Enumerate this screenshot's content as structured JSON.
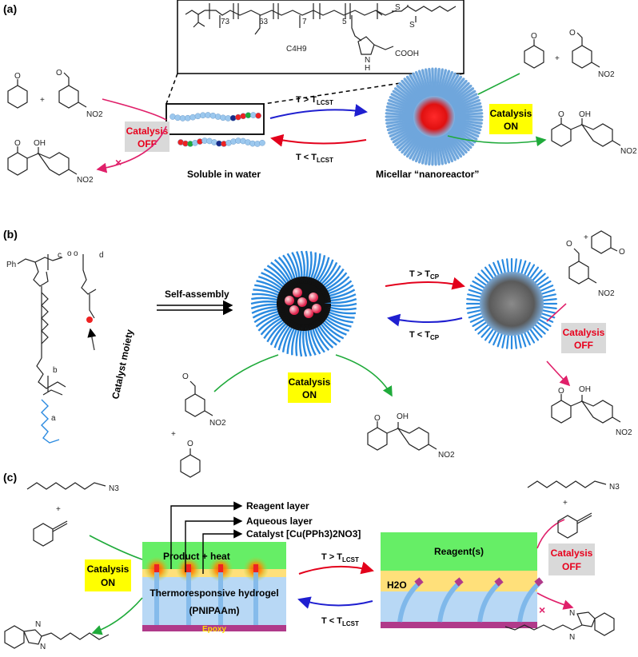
{
  "panels": {
    "a": {
      "label": "(a)",
      "left_state": "Soluble in water",
      "right_state": "Micellar “nanoreactor”",
      "arrow_forward": {
        "main": "T > T",
        "sub": "LCST"
      },
      "arrow_back": {
        "main": "T < T",
        "sub": "LCST"
      },
      "off_badge": {
        "line1": "Catalysis",
        "line2": "OFF"
      },
      "on_badge": {
        "line1": "Catalysis",
        "line2": "ON"
      },
      "polymer_subscripts": [
        "73",
        "63",
        "7",
        "5"
      ],
      "polymer_groups": [
        "C4H9",
        "COOH",
        "N",
        "H",
        "S",
        "S"
      ]
    },
    "b": {
      "label": "(b)",
      "self_assembly": "Self-assembly",
      "catalyst_moiety": "Catalyst moiety",
      "arrow_forward": {
        "main": "T > T",
        "sub": "CP"
      },
      "arrow_back": {
        "main": "T < T",
        "sub": "CP"
      },
      "on_badge": {
        "line1": "Catalysis",
        "line2": "ON"
      },
      "off_badge": {
        "line1": "Catalysis",
        "line2": "OFF"
      },
      "polymer_letters": [
        "Ph",
        "c",
        "d",
        "b",
        "a",
        "o",
        "o"
      ]
    },
    "c": {
      "label": "(c)",
      "layer_labels": [
        "Reagent layer",
        "Aqueous layer",
        "Catalyst [Cu(PPh3)2NO3]"
      ],
      "product_heat": "Product + heat",
      "hydrogel_line1": "Thermoresponsive hydrogel",
      "hydrogel_line2": "(PNIPAAm)",
      "epoxy": "Epoxy",
      "reagents": "Reagent(s)",
      "water": "H2O",
      "arrow_forward": {
        "main": "T > T",
        "sub": "LCST"
      },
      "arrow_back": {
        "main": "T < T",
        "sub": "LCST"
      },
      "on_badge": {
        "line1": "Catalysis",
        "line2": "ON"
      },
      "off_badge": {
        "line1": "Catalysis",
        "line2": "OFF"
      }
    }
  },
  "chem": {
    "no2": "NO2",
    "o": "O",
    "oh": "OH",
    "n3": "N3",
    "n": "N",
    "plus": "+"
  },
  "colors": {
    "on_badge_bg": "#ffff00",
    "off_badge_bg": "#d9d9d9",
    "off_text": "#e8001c",
    "arrow_red": "#e3001b",
    "arrow_blue": "#1f1fd0",
    "arrow_green": "#1faa3a",
    "arrow_pink": "#e0206a",
    "polymer_blue": "#2a8ae0",
    "reagent_layer": "#66ee66",
    "aqueous_layer": "#ffe07a",
    "hydrogel": "#b8d8f5",
    "epoxy": "#b03a8a"
  }
}
